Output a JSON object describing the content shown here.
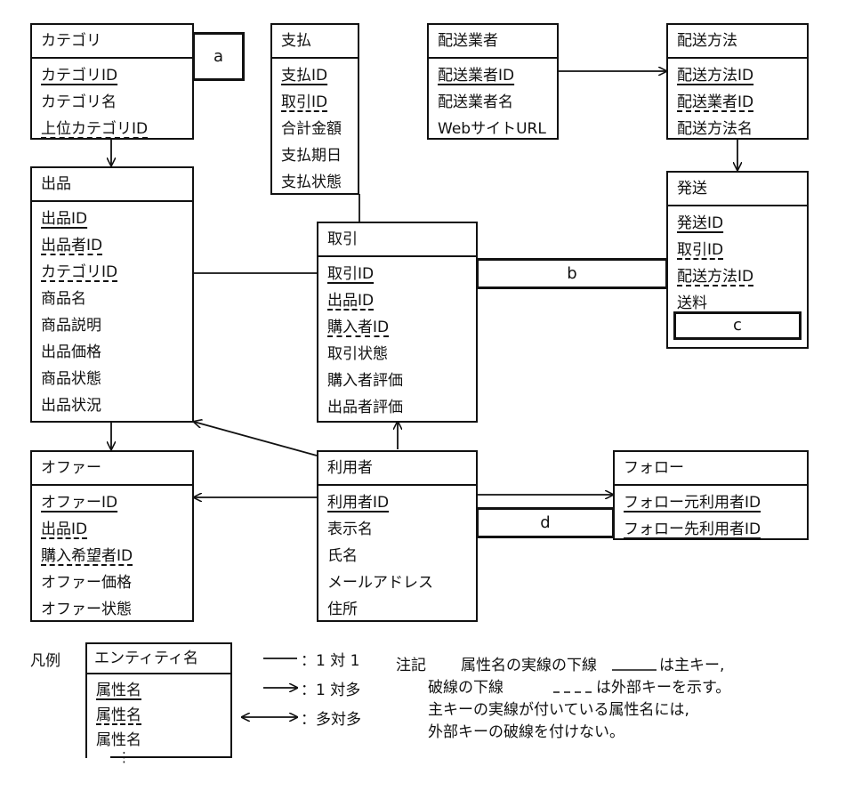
{
  "entities": {
    "category": {
      "title": "カテゴリ",
      "attributes": [
        "カテゴリID",
        "カテゴリ名",
        "上位カテゴリID"
      ]
    },
    "payment": {
      "title": "支払",
      "attributes": [
        "支払ID",
        "取引ID",
        "合計金額",
        "支払期日",
        "支払状態"
      ]
    },
    "carrier": {
      "title": "配送業者",
      "attributes": [
        "配送業者ID",
        "配送業者名",
        "WebサイトURL"
      ]
    },
    "shipping_method": {
      "title": "配送方法",
      "attributes": [
        "配送方法ID",
        "配送業者ID",
        "配送方法名"
      ]
    },
    "listing": {
      "title": "出品",
      "attributes": [
        "出品ID",
        "出品者ID",
        "カテゴリID",
        "商品名",
        "商品説明",
        "出品価格",
        "商品状態",
        "出品状況"
      ]
    },
    "transaction": {
      "title": "取引",
      "attributes": [
        "取引ID",
        "出品ID",
        "購入者ID",
        "取引状態",
        "購入者評価",
        "出品者評価"
      ]
    },
    "shipment": {
      "title": "発送",
      "attributes": [
        "発送ID",
        "取引ID",
        "配送方法ID",
        "送料"
      ]
    },
    "offer": {
      "title": "オファー",
      "attributes": [
        "オファーID",
        "出品ID",
        "購入希望者ID",
        "オファー価格",
        "オファー状態"
      ]
    },
    "user": {
      "title": "利用者",
      "attributes": [
        "利用者ID",
        "表示名",
        "氏名",
        "メールアドレス",
        "住所"
      ]
    },
    "follow": {
      "title": "フォロー",
      "attributes": [
        "フォロー元利用者ID",
        "フォロー先利用者ID"
      ]
    }
  },
  "blanks": {
    "a": "a",
    "b": "b",
    "c": "c",
    "d": "d"
  },
  "legend": {
    "label": "凡例",
    "entity_name": "エンティティ名",
    "attributes": [
      "属性名",
      "属性名",
      "属性名"
    ],
    "ellipsis": "⋮",
    "one_to_one": "：1 対 1",
    "one_to_many": "：1 対多",
    "many_to_many": "：多対多"
  },
  "note": {
    "label": "注記",
    "line1_a": "属性名の実線の下線",
    "line1_b": "は主キー,",
    "line2_a": "破線の下線",
    "line2_b": "は外部キーを示す。",
    "line3": "主キーの実線が付いている属性名には,",
    "line4": "外部キーの破線を付けない。"
  }
}
